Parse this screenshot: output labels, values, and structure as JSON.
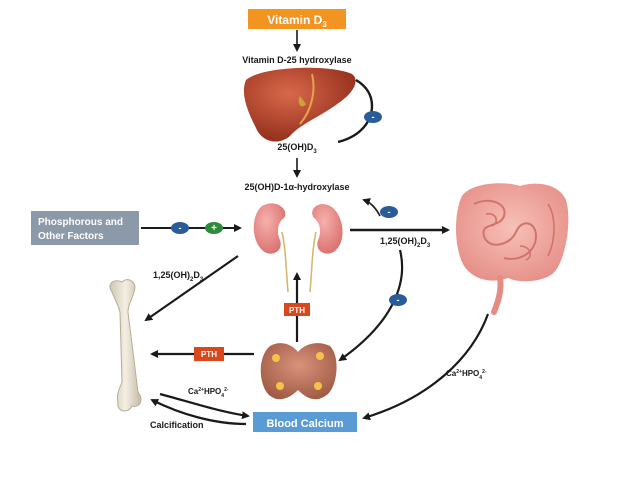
{
  "nodes": {
    "vitamin_d3": {
      "label": "Vitamin D",
      "sub": "3"
    },
    "phosphorous": {
      "line1": "Phosphorous and",
      "line2": "Other Factors"
    },
    "blood_calcium": {
      "label": "Blood Calcium"
    }
  },
  "labels": {
    "d25_hydroxylase": "Vitamin D-25 hydroxylase",
    "oh_d3": {
      "pre": "25(OH)D",
      "sub": "3"
    },
    "d1a_hydroxylase": "25(OH)D-1α-hydroxylase",
    "dihydroxy_right": {
      "pre": "1,25(OH)",
      "sub1": "2",
      "mid": "D",
      "sub2": "3"
    },
    "dihydroxy_left": {
      "pre": "1,25(OH)",
      "sub1": "2",
      "mid": "D",
      "sub2": "3"
    },
    "ca_hpo4_left": {
      "pre": "Ca",
      "sup1": "2+",
      "mid": "HPO",
      "sub": "4",
      "sup2": "2-"
    },
    "ca_hpo4_right": {
      "pre": "Ca",
      "sup1": "2+",
      "mid": "HPO",
      "sub": "4",
      "sup2": "2-"
    },
    "calcification": "Calcification"
  },
  "badges": {
    "pth_up": "PTH",
    "pth_left": "PTH",
    "minus": "-",
    "plus": "+"
  },
  "colors": {
    "vitamin_box": "#f39320",
    "phosphorous_box": "#8c99a8",
    "calcium_box": "#5b9bd5",
    "pth_badge": "#d9481c",
    "minus_badge": "#2a5c9a",
    "plus_badge": "#2e8b3a",
    "arrow": "#1a1a1a"
  },
  "icons": [
    "liver-icon",
    "kidney-icon",
    "intestine-icon",
    "bone-icon",
    "parathyroid-icon"
  ]
}
